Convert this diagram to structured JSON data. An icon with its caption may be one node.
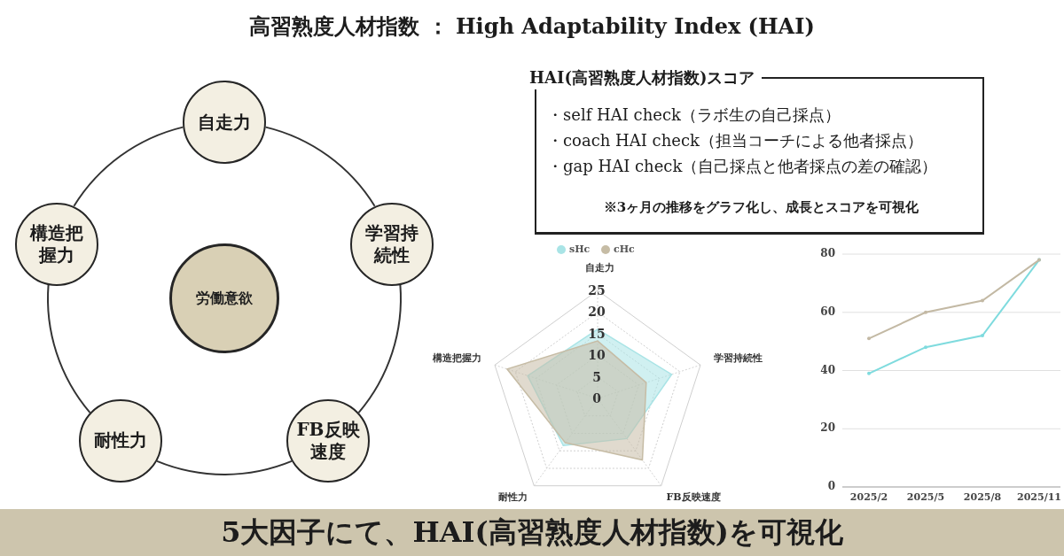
{
  "diagram": {
    "title": "高習熟度人材指数 ： High Adaptability Index (HAI)",
    "caption": "5大因子にて、HAI(高習熟度人材指数)を可視化",
    "nodes": [
      {
        "text": [
          "自走力"
        ]
      },
      {
        "text": [
          "構造把握力"
        ]
      },
      {
        "text": [
          "学習持続性"
        ]
      },
      {
        "text": [
          "労働意欲"
        ]
      },
      {
        "text": [
          "耐性力"
        ]
      },
      {
        "text": [
          "FB反映速度"
        ]
      },
      {
        "text": [
          "HAI(高習熟度人材指数)スコア",
          "・self HAI check（ラボ生の自己採点）",
          "・coach HAI check（担当コーチによる他者採点）",
          "・gap HAI check（自己採点と他者採点の差の確認）",
          "※3ヶ月の推移をグラフ化し、成長とスコアを可視化"
        ]
      }
    ],
    "edges": [
      {
        "from": 0,
        "to": 2,
        "arrow": "none"
      },
      {
        "from": 2,
        "to": 5,
        "arrow": "none"
      },
      {
        "from": 5,
        "to": 4,
        "arrow": "none"
      },
      {
        "from": 4,
        "to": 1,
        "arrow": "none"
      },
      {
        "from": 1,
        "to": 0,
        "arrow": "none"
      }
    ],
    "labels": [
      "自走力",
      "25",
      "20",
      "15",
      "10",
      "構造把握力",
      "学習持続性",
      "5",
      "0",
      "耐性力",
      "FB反映速度"
    ],
    "legend": [
      {
        "text": "sHc",
        "color": "#a9e4e6"
      },
      {
        "text": "cHc",
        "color": "#c6bca5"
      }
    ],
    "chart_data": {
      "type": "line",
      "categories": [
        "2025/2",
        "2025/5",
        "2025/8",
        "2025/11"
      ],
      "series": [
        {
          "color": "#7fdbde",
          "values": [
            39,
            48,
            52,
            78
          ]
        },
        {
          "color": "#c3b9a4",
          "values": [
            51,
            60,
            64,
            78
          ]
        }
      ],
      "ylim": [
        0,
        80
      ],
      "yticks": [
        0,
        20,
        40,
        60,
        80
      ],
      "grid": true
    }
  }
}
